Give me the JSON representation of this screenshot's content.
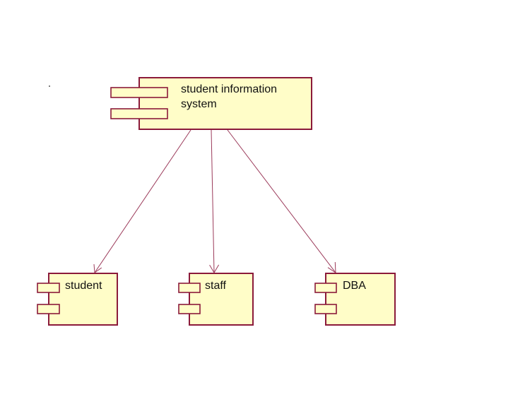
{
  "diagram": {
    "type": "uml-component-diagram",
    "colors": {
      "component_fill": "#fffdc8",
      "component_stroke": "#8b1a3a",
      "connector": "#9b3a5a",
      "text": "#111111"
    },
    "components": [
      {
        "id": "sis",
        "label_lines": [
          "student information",
          "system"
        ]
      },
      {
        "id": "student",
        "label_lines": [
          "student"
        ]
      },
      {
        "id": "staff",
        "label_lines": [
          "staff"
        ]
      },
      {
        "id": "dba",
        "label_lines": [
          "DBA"
        ]
      }
    ],
    "dependencies": [
      {
        "from": "sis",
        "to": "student"
      },
      {
        "from": "sis",
        "to": "staff"
      },
      {
        "from": "sis",
        "to": "dba"
      }
    ]
  }
}
